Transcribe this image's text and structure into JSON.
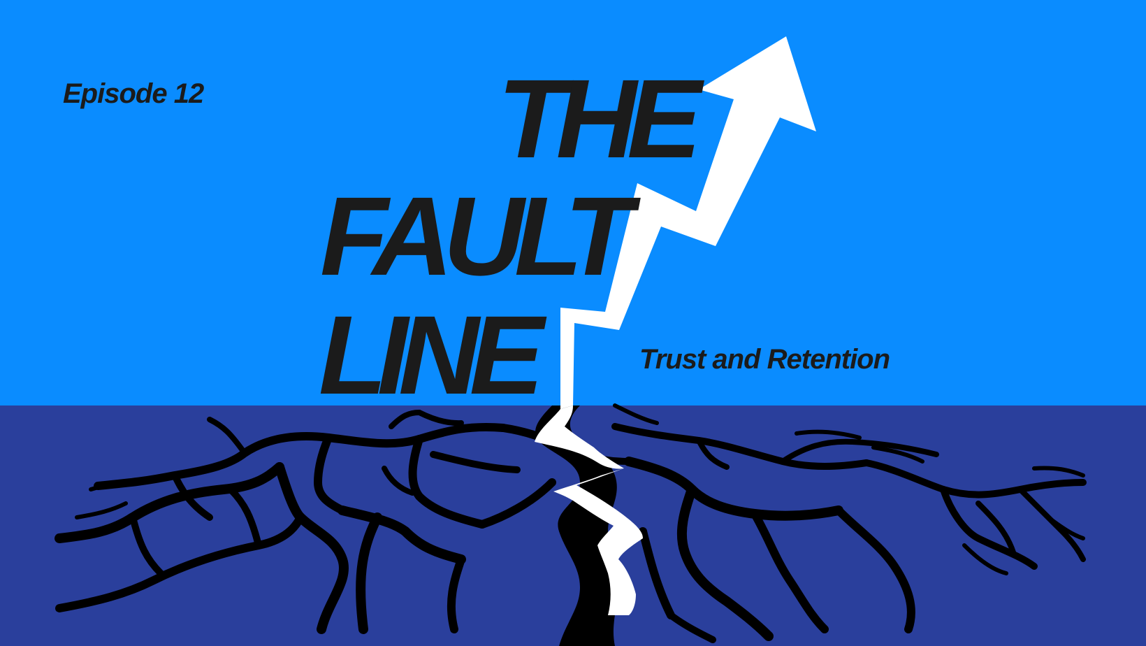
{
  "episode_label": "Episode 12",
  "title": {
    "line1": "THE",
    "line2": "FAULT",
    "line3": "LINE"
  },
  "subtitle": "Trust and Retention",
  "colors": {
    "sky": "#0a8cff",
    "ground": "#2a3f9c",
    "crack": "#000000",
    "arrow": "#ffffff",
    "text": "#1b1b1b"
  },
  "icons": {
    "arrow": "rising-arrow-icon",
    "ground": "cracked-earth-icon"
  }
}
